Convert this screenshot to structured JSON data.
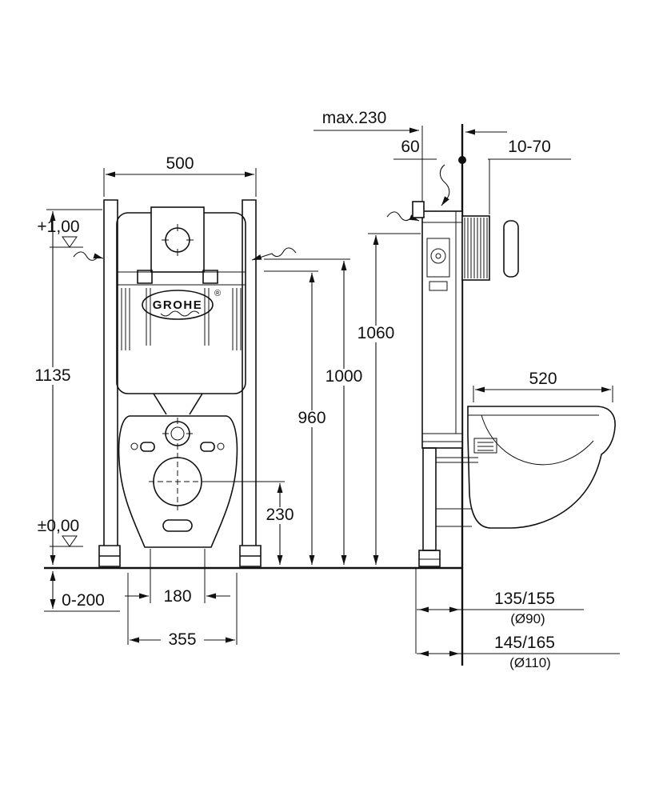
{
  "brand": {
    "name": "GROHE",
    "registered": "®"
  },
  "front_view": {
    "width": "500",
    "height": "1135",
    "upper_level": "+1,00",
    "floor_level": "±0,00",
    "foot_adjust": "0-200",
    "bolt_spacing": "180",
    "module_width": "355",
    "outlet_height": "230"
  },
  "heights": {
    "h960": "960",
    "h1000": "1000",
    "h1060": "1060"
  },
  "side_view": {
    "max_depth": "max.230",
    "plate_offset": "60",
    "wall_thickness": "10-70",
    "bowl_depth": "520",
    "outlet_a": "135/155",
    "outlet_a_dia": "(Ø90)",
    "outlet_b": "145/165",
    "outlet_b_dia": "(Ø110)"
  }
}
